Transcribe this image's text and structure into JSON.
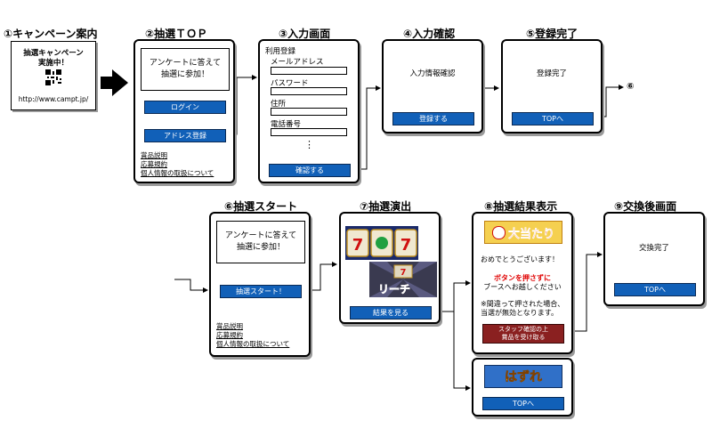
{
  "steps": {
    "s1": {
      "title": "①キャンペーン案内",
      "poster_line1": "抽選キャンペーン",
      "poster_line2": "実施中！",
      "url": "http://www.campt.jp/"
    },
    "s2": {
      "title": "②抽選ＴＯＰ",
      "message_line1": "アンケートに答えて",
      "message_line2": "抽選に参加！",
      "login_button": "ログイン",
      "register_button": "アドレス登録",
      "links": [
        "賞品説明",
        "応募規約",
        "個人情報の取扱について"
      ]
    },
    "s3": {
      "title": "③入力画面",
      "form_title": "利用登録",
      "fields": [
        "メールアドレス",
        "パスワード",
        "住所",
        "電話番号"
      ],
      "ellipsis": "⋮",
      "confirm_button": "確認する"
    },
    "s4": {
      "title": "④入力確認",
      "message": "入力情報確認",
      "register_button": "登録する"
    },
    "s5": {
      "title": "⑤登録完了",
      "message": "登録完了",
      "top_button": "TOPへ",
      "next_label": "⑥"
    },
    "s6": {
      "title": "⑥抽選スタート",
      "message_line1": "アンケートに答えて",
      "message_line2": "抽選に参加！",
      "start_button": "抽選スタート！",
      "links": [
        "賞品説明",
        "応募規約",
        "個人情報の取扱について"
      ]
    },
    "s7": {
      "title": "⑦抽選演出",
      "reach_text": "リーチ",
      "result_button": "結果を見る"
    },
    "s8": {
      "title": "⑧抽選結果表示",
      "win_banner": "大当たり",
      "congrats": "おめでとうございます！",
      "red_text": "ボタンを押さずに",
      "booth_text": "ブースへお越しください",
      "note_line1": "※間違って押された場合、",
      "note_line2": "当選が無効となります。",
      "staff_button_line1": "スタッフ確認の上",
      "staff_button_line2": "賞品を受け取る"
    },
    "s8b": {
      "lose_banner": "はずれ",
      "top_button": "TOPへ"
    },
    "s9": {
      "title": "⑨交換後画面",
      "message": "交換完了",
      "top_button": "TOPへ"
    }
  },
  "colors": {
    "button_blue": "#1160b8",
    "button_red": "#8a2020",
    "text_red": "#e00000",
    "shadow": "#9a9a9a"
  }
}
